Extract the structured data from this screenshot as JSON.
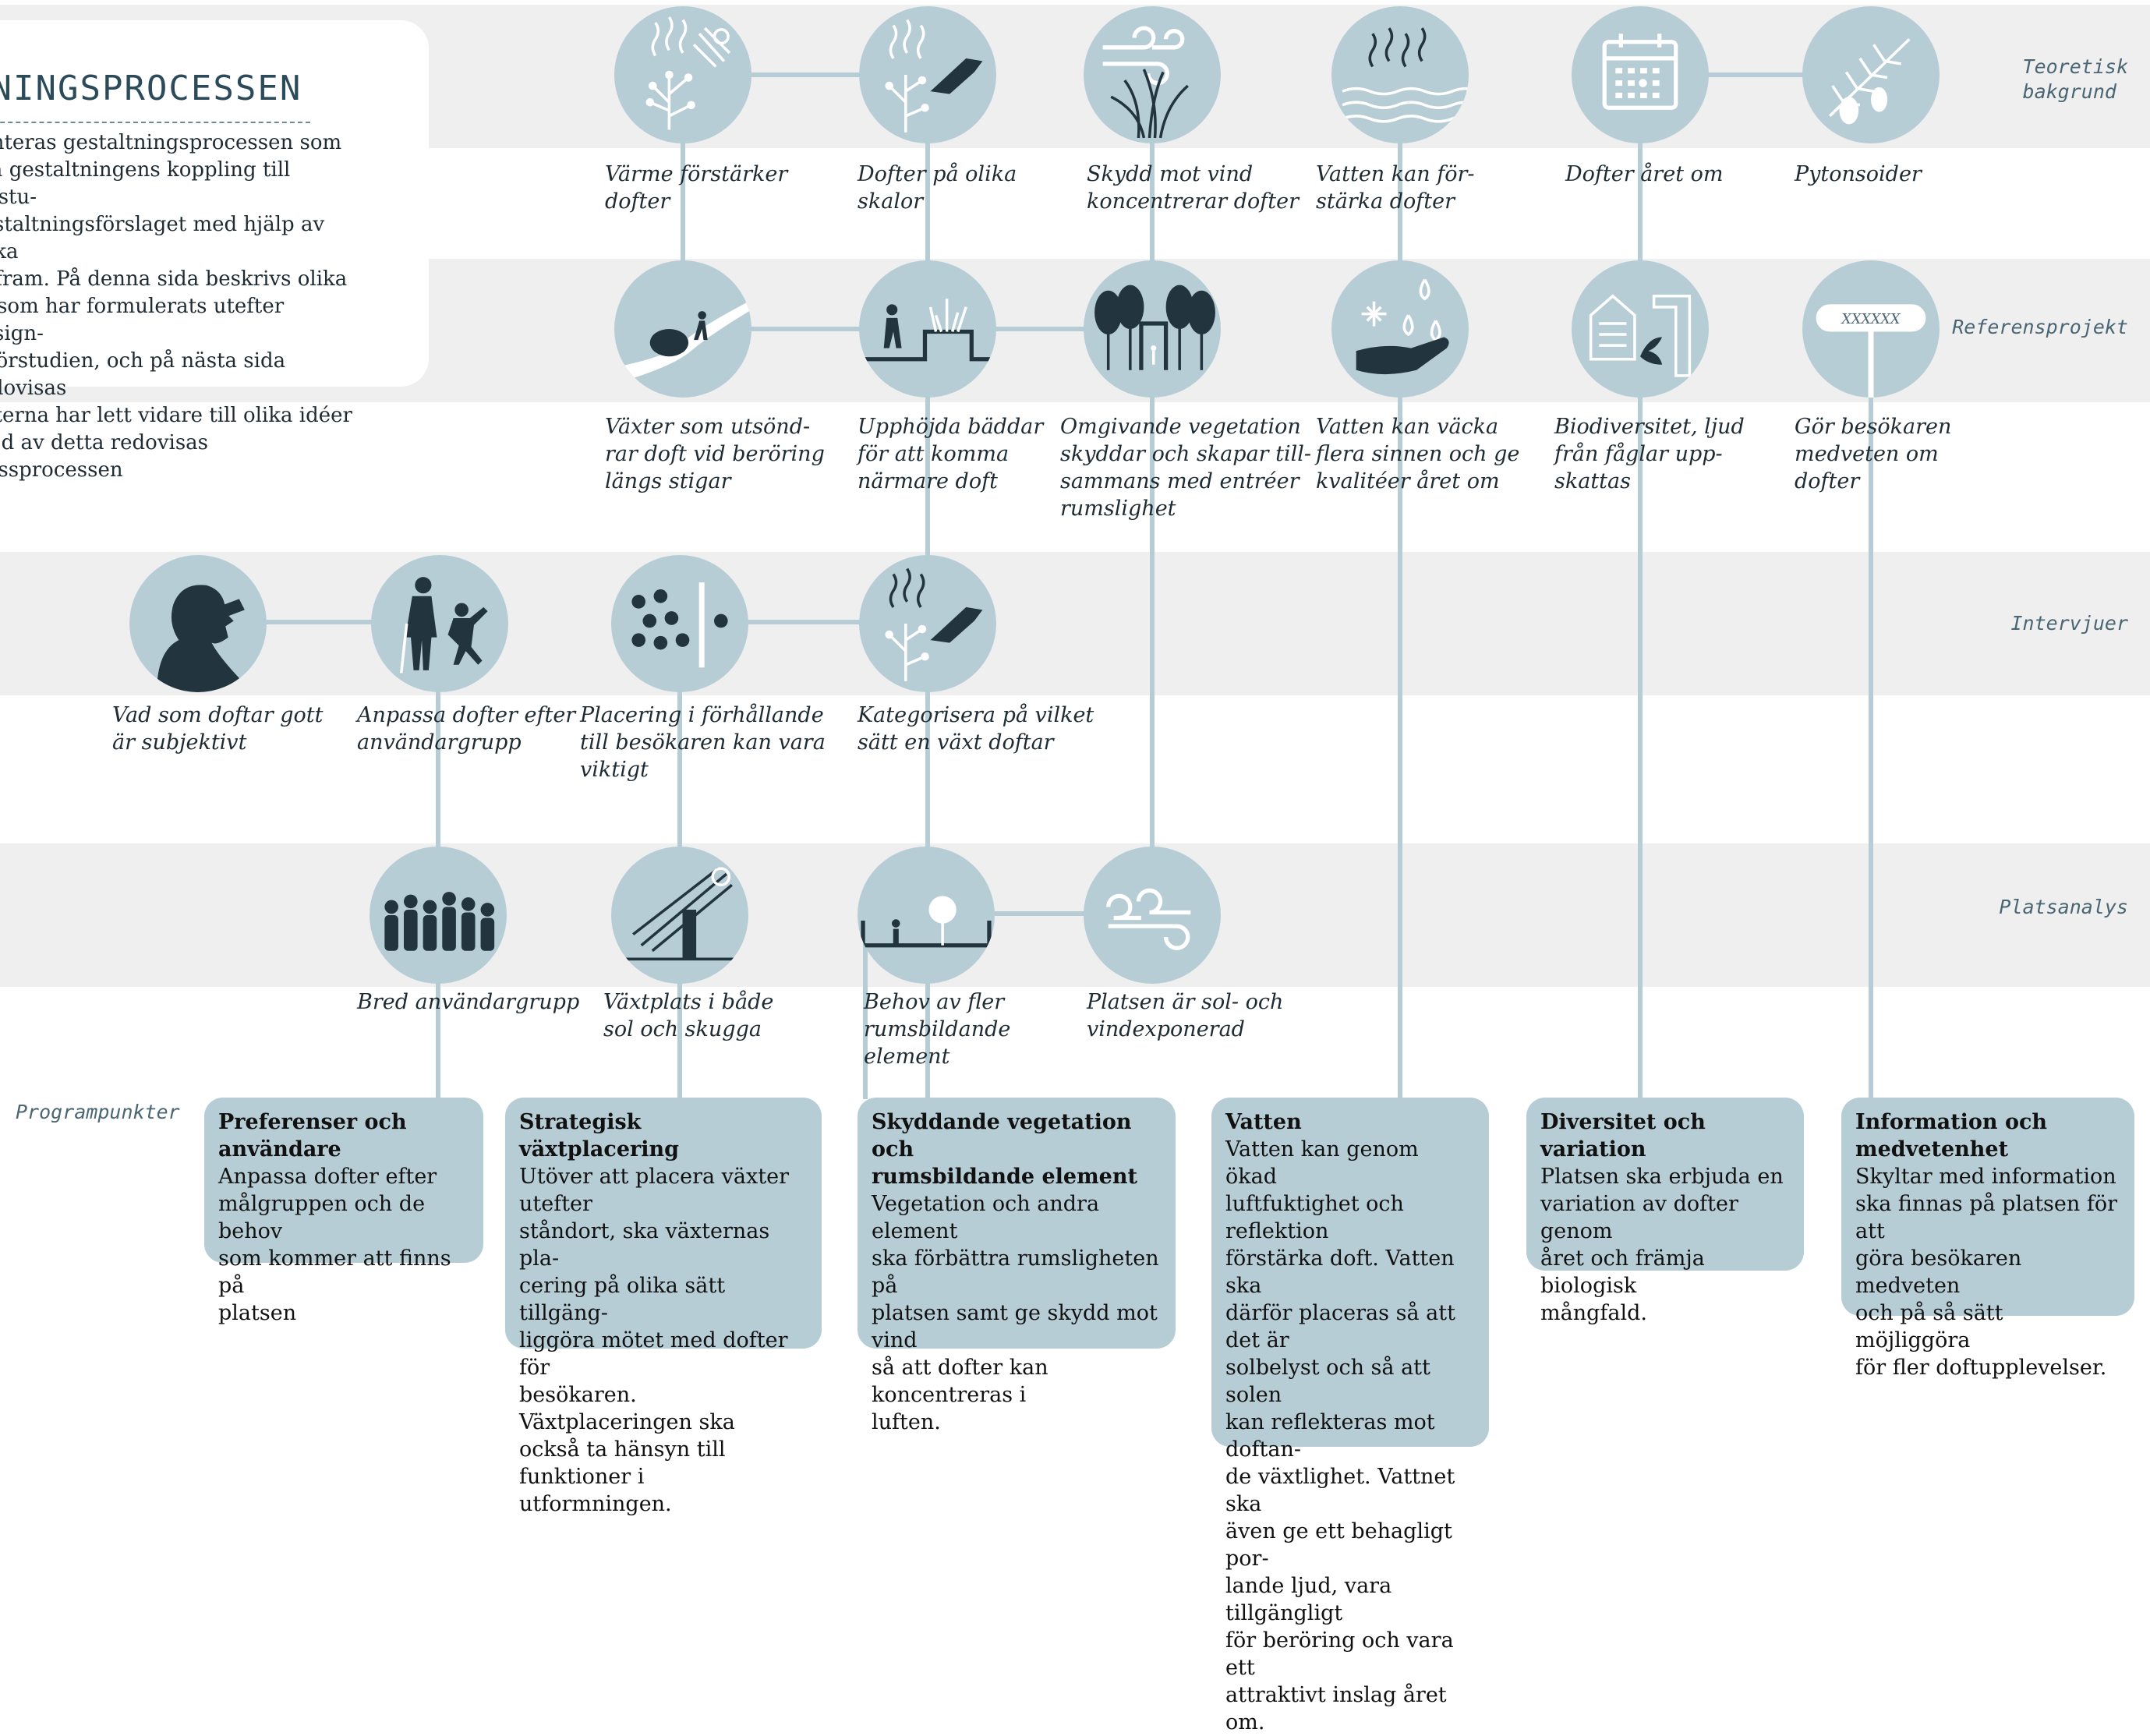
{
  "intro": {
    "title": "TNINGSPROCESSEN",
    "text": "senteras gestaltningsprocessen som\nara gestaltningens koppling till förstu-\ngestaltningsförslaget med hjälp av olika\nxt fram. På denna sida beskrivs olika\ner som har formulerats utefter design-\nn förstudien, och på nästa sida redovisas\nnkterna har lett vidare till olika idéer\nföljd av detta redovisas skissprocessen"
  },
  "bands": {
    "teoretisk": "Teoretisk\nbakgrund",
    "referens": "Referensprojekt",
    "intervjuer": "Intervjuer",
    "platsanalys": "Platsanalys",
    "programpunkter": "Programpunkter"
  },
  "nodes": {
    "t1": "Värme förstärker\ndofter",
    "t2": "Dofter på olika\nskalor",
    "t3": "Skydd mot vind\nkoncentrerar dofter",
    "t4": "Vatten kan för-\nstärka dofter",
    "t5": "Dofter året om",
    "t6": "Pytonsoider",
    "r1": "Växter som utsönd-\nrar doft vid beröring\nlängs stigar",
    "r2": "Upphöjda bäddar\nför att komma\nnärmare doft",
    "r3": "Omgivande vegetation\nskyddar och skapar till-\nsammans med entréer\nrumslighet",
    "r4": "Vatten kan väcka\nflera sinnen och ge\nkvalitéer året om",
    "r5": "Biodiversitet, ljud\nfrån fåglar upp-\nskattas",
    "r6": "Gör besökaren\nmedveten om\ndofter",
    "r6_sign": "XXXXXX",
    "i1": "Vad som doftar gott\när subjektivt",
    "i2": "Anpassa dofter efter\nanvändargrupp",
    "i3": "Placering i förhållande\ntill besökaren kan vara\nviktigt",
    "i4": "Kategorisera på vilket\nsätt en växt doftar",
    "p1": "Bred användargrupp",
    "p2": "Växtplats i både\nsol och skugga",
    "p3": "Behov av fler\nrumsbildande\nelement",
    "p4": "Platsen är sol- och\nvindexponerad"
  },
  "cards": [
    {
      "title": "Preferenser och användare",
      "body": "Anpassa dofter efter\nmålgruppen och de behov\nsom kommer att finns på\nplatsen"
    },
    {
      "title": "Strategisk växtplacering",
      "body": "Utöver att placera växter utefter\nståndort, ska växternas pla-\ncering på olika sätt tillgäng-\nliggöra mötet med dofter för\nbesökaren. Växtplaceringen ska\nockså ta hänsyn till funktioner i\nutformningen."
    },
    {
      "title": "Skyddande vegetation och\nrumsbildande element",
      "body": "Vegetation och andra element\nska förbättra rumsligheten på\nplatsen samt ge skydd mot vind\nså att dofter kan koncentreras i\nluften."
    },
    {
      "title": "Vatten",
      "body": "Vatten kan genom ökad\nluftfuktighet och reflektion\nförstärka doft. Vatten ska\ndärför placeras så att det är\nsolbelyst och så att solen\nkan reflekteras mot doftan-\nde växtlighet. Vattnet ska\näven ge ett behagligt por-\nlande ljud, vara tillgängligt\nför beröring och vara ett\nattraktivt inslag året om."
    },
    {
      "title": "Diversitet och variation",
      "body": "Platsen ska erbjuda en\nvariation av dofter genom\nåret och främja biologisk\nmångfald."
    },
    {
      "title": "Information och\nmedvetenhet",
      "body": "Skyltar med information\nska finnas på platsen för att\ngöra besökaren medveten\noch på så sätt möjliggöra\nför fler doftupplevelser."
    }
  ],
  "colors": {
    "node": "#b7cdd6",
    "line": "#b7cdd6",
    "band": "#efefef",
    "icon": "#ffffff",
    "silhouette": "#22343e"
  }
}
